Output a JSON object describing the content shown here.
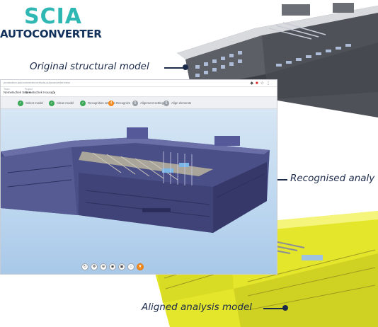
{
  "logo": {
    "top": "SCIA",
    "bottom": "AUTOCONVERTER"
  },
  "callouts": {
    "original": "Original structural model",
    "recognised": "Recognised analy",
    "aligned": "Aligned analysis model"
  },
  "browser": {
    "url": "production.autoconverter.net/scia-autoconverter/view",
    "toolbar_icons": [
      "extension-icon",
      "pdf-icon",
      "star-icon",
      "menu-icon"
    ],
    "selectors": [
      {
        "label": "Team",
        "value": "Nemetschek Scia ▾"
      },
      {
        "label": "Project",
        "value": "Nemetschek House ▾"
      }
    ],
    "steps": [
      {
        "label": "Select model",
        "status": "done"
      },
      {
        "label": "Clean model",
        "status": "done"
      },
      {
        "label": "Recognition settings",
        "status": "done"
      },
      {
        "label": "Recognize",
        "status": "active"
      },
      {
        "label": "Alignment settings",
        "status": "pending"
      },
      {
        "label": "Align elements",
        "status": "pending"
      }
    ],
    "viewer_tools": [
      "rotate-icon",
      "pan-icon",
      "zoom-icon",
      "camera-icon",
      "layers-icon",
      "home-icon",
      "expand-icon"
    ]
  },
  "colors": {
    "brand_teal": "#2fb7b3",
    "brand_navy": "#11305a",
    "model_grey": "#5c5f66",
    "model_purple": "#4a4e86",
    "model_yellow": "#e8ea2a",
    "step_done": "#3aa757",
    "step_active": "#f28a1e"
  }
}
